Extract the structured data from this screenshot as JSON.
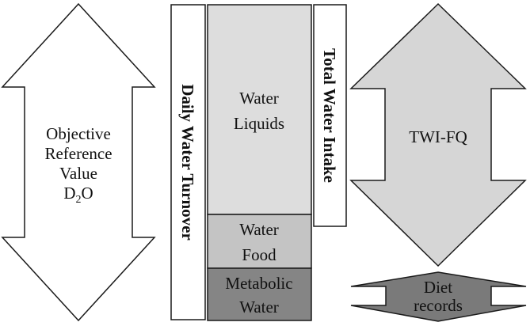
{
  "left_arrow": {
    "line1": "Objective",
    "line2": "Reference",
    "line3": "Value",
    "line4_main": "D",
    "line4_sub": "2",
    "line4_end": "O",
    "fill": "#ffffff"
  },
  "daily_turnover_label": "Daily Water Turnover",
  "stack": {
    "liquids_line1": "Water",
    "liquids_line2": "Liquids",
    "liquids_fill": "#dddddd",
    "food_line1": "Water",
    "food_line2": "Food",
    "food_fill": "#c4c4c4",
    "metabolic_line1": "Metabolic",
    "metabolic_line2": "Water",
    "metabolic_fill": "#858585"
  },
  "total_intake_label": "Total Water Intake",
  "right_arrow": {
    "label": "TWI-FQ",
    "fill": "#d6d6d6"
  },
  "diet_arrow": {
    "line1": "Diet",
    "line2": "records",
    "fill": "#7a7a7a"
  }
}
